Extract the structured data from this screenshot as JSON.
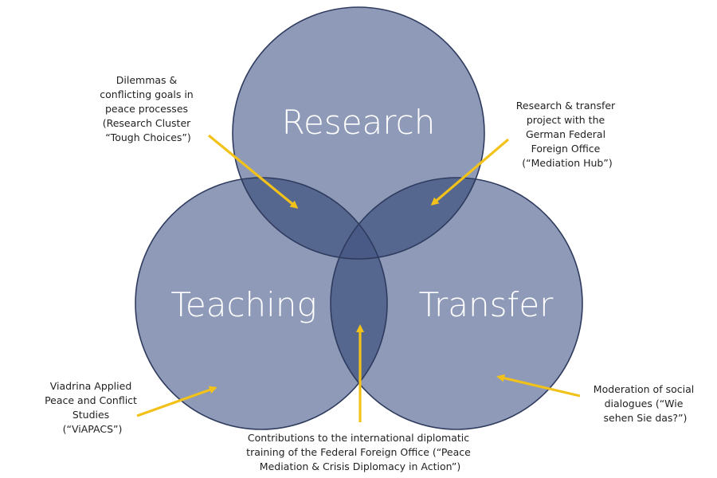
{
  "colors": {
    "circle_fill": "#8e9ab7",
    "circle_stroke": "#2f3b5e",
    "overlap_fill": "#55668f",
    "center_fill": "#4a5a86",
    "label": "#ffffff",
    "arrow": "#f2c21a",
    "text": "#222222"
  },
  "circles": {
    "research": "Research",
    "teaching": "Teaching",
    "transfer": "Transfer"
  },
  "annotations": {
    "dilemmas": [
      "Dilemmas &",
      "conflicting goals in",
      "peace processes",
      "(Research Cluster",
      "“Tough Choices”)"
    ],
    "mediation_hub": [
      "Research & transfer",
      "project with the",
      "German Federal",
      "Foreign Office",
      "(“Mediation Hub”)"
    ],
    "viapacs": [
      "Viadrina Applied",
      "Peace and Conflict",
      "Studies",
      "(“ViAPACS”)"
    ],
    "moderation": [
      "Moderation of social",
      "dialogues (“Wie",
      "sehen Sie das?”)"
    ],
    "contributions": [
      "Contributions to the international diplomatic",
      "training of the Federal Foreign Office (“Peace",
      "Mediation & Crisis Diplomacy in Action”)"
    ]
  }
}
